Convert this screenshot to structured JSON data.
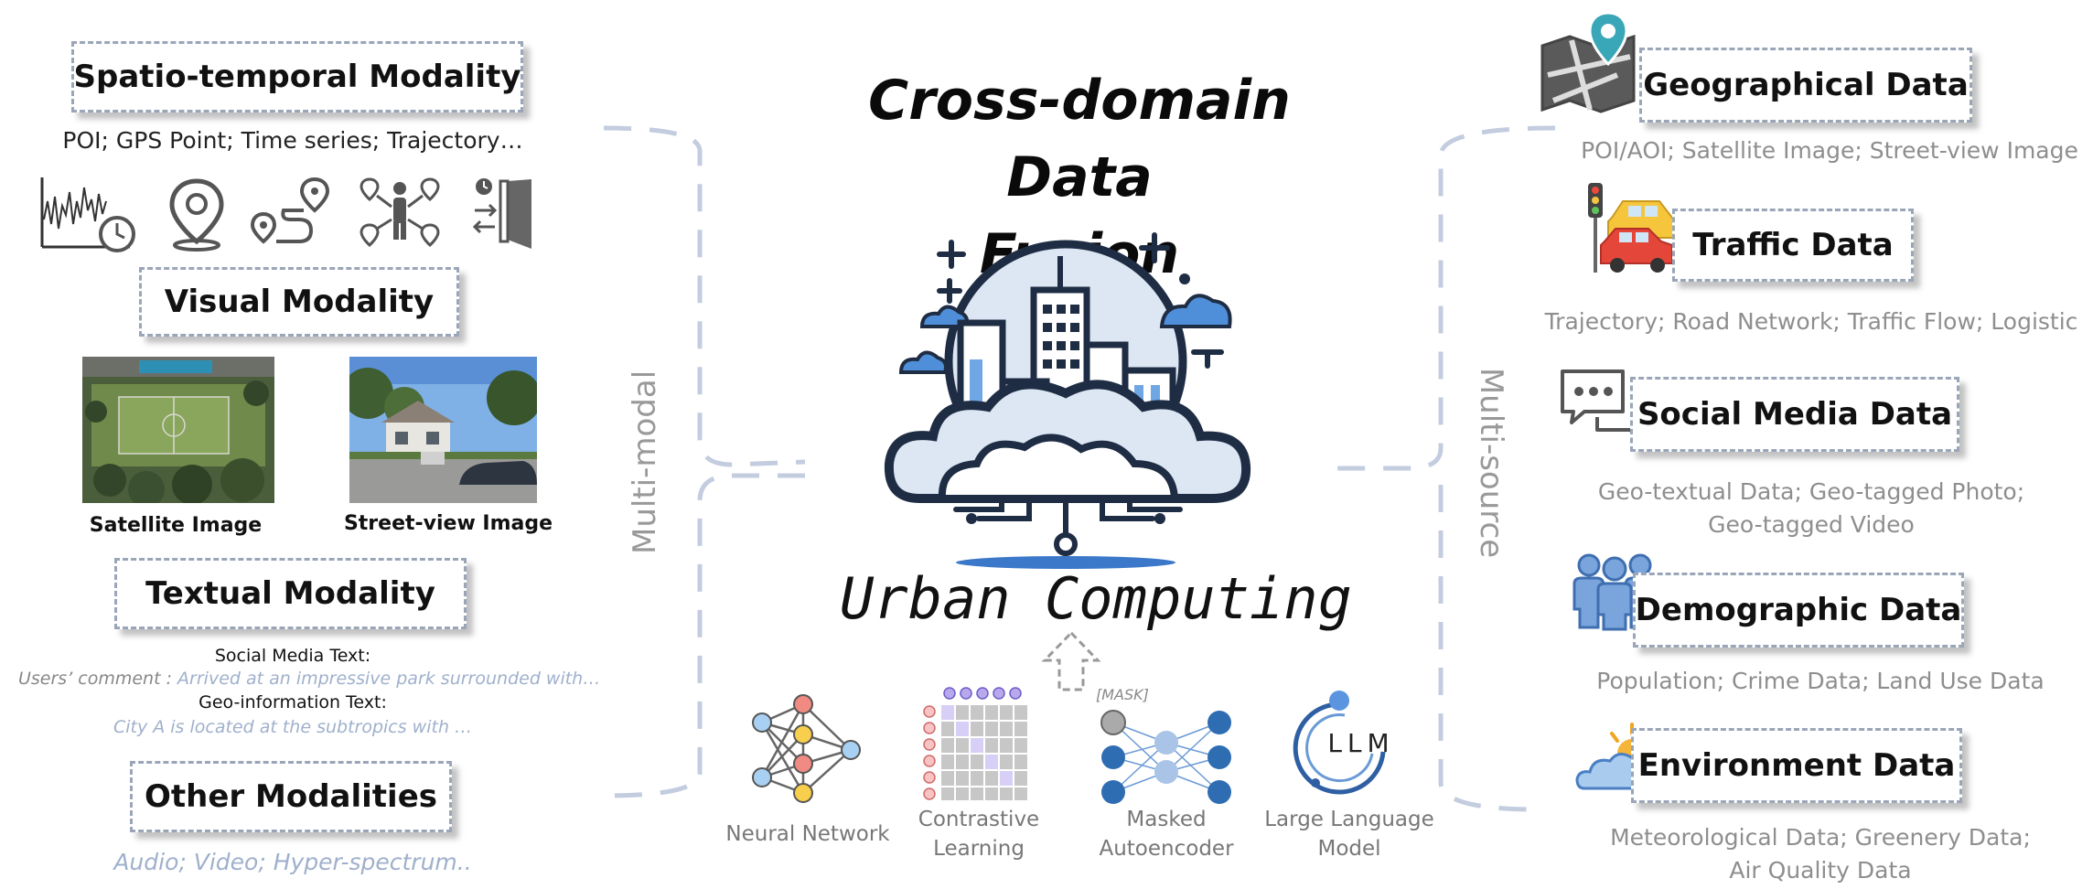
{
  "title": {
    "line1": "Cross-domain Data",
    "line2": "Fusion"
  },
  "center_label": "Urban Computing",
  "left_bracket_label": "Multi-modal",
  "right_bracket_label": "Multi-source",
  "left": {
    "spatio_temporal": {
      "title": "Spatio-temporal Modality",
      "examples": "POI; GPS Point; Time series; Trajectory…"
    },
    "visual": {
      "title": "Visual Modality",
      "satellite_caption": "Satellite Image",
      "street_caption": "Street-view Image"
    },
    "textual": {
      "title": "Textual Modality",
      "social_heading": "Social Media Text:",
      "social_prefix": "Users’ comment : ",
      "social_example": "Arrived at an impressive park surrounded with…",
      "geo_heading": "Geo-information Text:",
      "geo_example": "City A is located at the subtropics with …"
    },
    "other": {
      "title": "Other Modalities",
      "examples": "Audio; Video; Hyper-spectrum.."
    }
  },
  "methods": [
    {
      "label_line1": "Neural Network",
      "label_line2": "",
      "icon": "neural-network-icon"
    },
    {
      "label_line1": "Contrastive",
      "label_line2": "Learning",
      "icon": "contrastive-learning-icon"
    },
    {
      "label_line1": "Masked",
      "label_line2": "Autoencoder",
      "icon": "masked-autoencoder-icon",
      "mask_tag": "[MASK]"
    },
    {
      "label_line1": "Large Language",
      "label_line2": "Model",
      "icon": "llm-icon",
      "logo_text": "LLM"
    }
  ],
  "right": {
    "geographical": {
      "title": "Geographical Data",
      "examples": "POI/AOI; Satellite Image; Street-view Image"
    },
    "traffic": {
      "title": "Traffic Data",
      "examples": "Trajectory; Road Network; Traffic Flow; Logistic"
    },
    "social": {
      "title": "Social Media Data",
      "examples_line1": "Geo-textual Data; Geo-tagged Photo;",
      "examples_line2": "Geo-tagged Video"
    },
    "demographic": {
      "title": "Demographic Data",
      "examples": "Population; Crime Data; Land Use Data"
    },
    "environment": {
      "title": "Environment Data",
      "examples_line1": "Meteorological Data; Greenery Data;",
      "examples_line2": "Air Quality Data"
    }
  },
  "colors": {
    "box_border": "#9aa6b8",
    "bracket": "#c3cddf",
    "city_dark": "#1f2d44",
    "city_light": "#7aaee6",
    "accent_blue": "#3b78c9"
  }
}
